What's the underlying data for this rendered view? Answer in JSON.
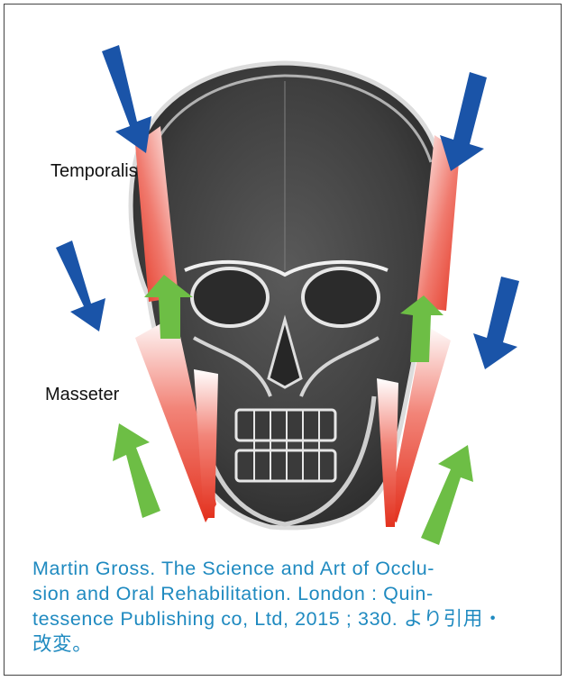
{
  "labels": {
    "temporalis": "Temporalis",
    "masseter": "Masseter"
  },
  "caption": {
    "line1": "Martin Gross. The Science and Art of Occlu-",
    "line2": "sion and Oral Rehabilitation. London : Quin-",
    "line3": "tessence Publishing co, Ltd, 2015 ; 330. より引用・",
    "line4": "改変。"
  },
  "colors": {
    "caption_text": "#1f8ac0",
    "down_arrow": "#1a54a8",
    "up_arrow": "#6dbe45",
    "muscle": "#e63a2c",
    "frame": "#444444"
  },
  "icons": {
    "down_arrow": "arrow-down-force-icon",
    "up_arrow": "arrow-up-force-icon"
  }
}
